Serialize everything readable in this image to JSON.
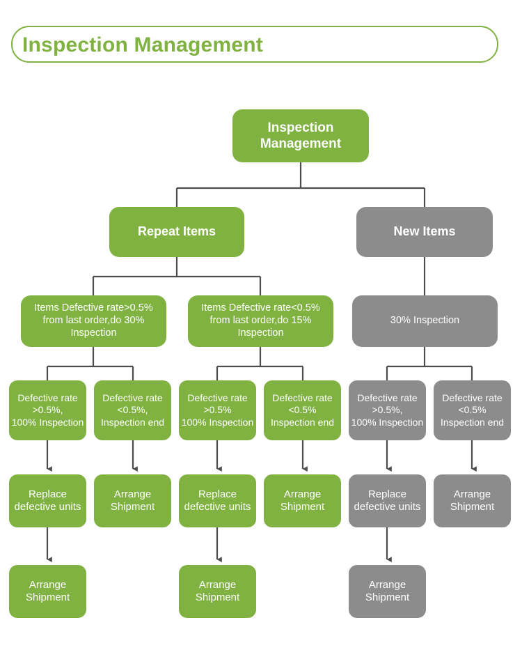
{
  "header": {
    "title": "Inspection Management"
  },
  "colors": {
    "green": "#7FB241",
    "gray": "#8C8C8C",
    "connector": "#4D4D4D",
    "text_on_node": "#FFFFFF",
    "background": "#FFFFFF"
  },
  "chart_data": {
    "type": "diagram",
    "title": "Inspection Management",
    "orientation": "top-down tree",
    "levels": 6
  },
  "nodes": {
    "root": {
      "label": "Inspection\nManagement",
      "color": "green"
    },
    "level2": [
      {
        "label": "Repeat Items",
        "color": "green"
      },
      {
        "label": "New Items",
        "color": "gray"
      }
    ],
    "level3": [
      {
        "label": "Items Defective rate>0.5%\nfrom last order,do 30%\nInspection",
        "color": "green"
      },
      {
        "label": "Items Defective rate<0.5%\nfrom last order,do 15%\nInspection",
        "color": "green"
      },
      {
        "label": "30% Inspection",
        "color": "gray"
      }
    ],
    "level4": [
      {
        "label": "Defective rate\n>0.5%,\n100% Inspection",
        "color": "green"
      },
      {
        "label": "Defective rate\n<0.5%,\nInspection end",
        "color": "green"
      },
      {
        "label": "Defective rate\n>0.5%\n100% Inspection",
        "color": "green"
      },
      {
        "label": "Defective rate\n<0.5%\nInspection end",
        "color": "green"
      },
      {
        "label": "Defective rate\n>0.5%,\n100% Inspection",
        "color": "gray"
      },
      {
        "label": "Defective rate\n<0.5%\nInspection end",
        "color": "gray"
      }
    ],
    "level5": [
      {
        "label": "Replace\ndefective units",
        "color": "green"
      },
      {
        "label": "Arrange\nShipment",
        "color": "green"
      },
      {
        "label": "Replace\ndefective units",
        "color": "green"
      },
      {
        "label": "Arrange\nShipment",
        "color": "green"
      },
      {
        "label": "Replace\ndefective units",
        "color": "gray"
      },
      {
        "label": "Arrange\nShipment",
        "color": "gray"
      }
    ],
    "level6": [
      {
        "label": "Arrange\nShipment",
        "color": "green"
      },
      {
        "label": "Arrange\nShipment",
        "color": "green"
      },
      {
        "label": "Arrange\nShipment",
        "color": "gray"
      }
    ]
  }
}
